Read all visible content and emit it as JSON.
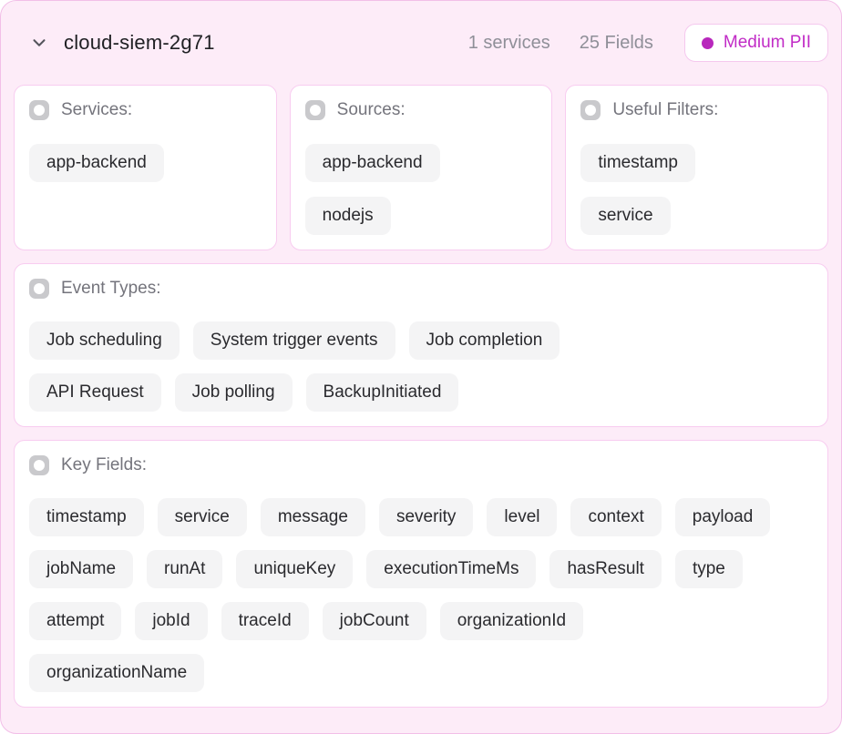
{
  "header": {
    "title": "cloud-siem-2g71",
    "services_count": "1 services",
    "fields_count": "25 Fields",
    "pii_badge": {
      "label": "Medium PII"
    }
  },
  "colors": {
    "accent_pii": "#c12cc6",
    "pii_dot": "#b827bc",
    "panel_bg": "#fdecf8",
    "card_border": "#f8ccf0",
    "chip_bg": "#f4f4f5"
  },
  "sections": {
    "services": {
      "label": "Services:",
      "items": [
        "app-backend"
      ]
    },
    "sources": {
      "label": "Sources:",
      "items": [
        "app-backend",
        "nodejs"
      ]
    },
    "useful_filters": {
      "label": "Useful Filters:",
      "items": [
        "timestamp",
        "service"
      ]
    },
    "event_types": {
      "label": "Event Types:",
      "rows": [
        [
          "Job scheduling",
          "System trigger events",
          "Job completion"
        ],
        [
          "API Request",
          "Job polling",
          "BackupInitiated"
        ]
      ]
    },
    "key_fields": {
      "label": "Key Fields:",
      "rows": [
        [
          "timestamp",
          "service",
          "message",
          "severity",
          "level",
          "context",
          "payload"
        ],
        [
          "jobName",
          "runAt",
          "uniqueKey",
          "executionTimeMs",
          "hasResult",
          "type"
        ],
        [
          "attempt",
          "jobId",
          "traceId",
          "jobCount",
          "organizationId"
        ],
        [
          "organizationName"
        ]
      ]
    }
  }
}
